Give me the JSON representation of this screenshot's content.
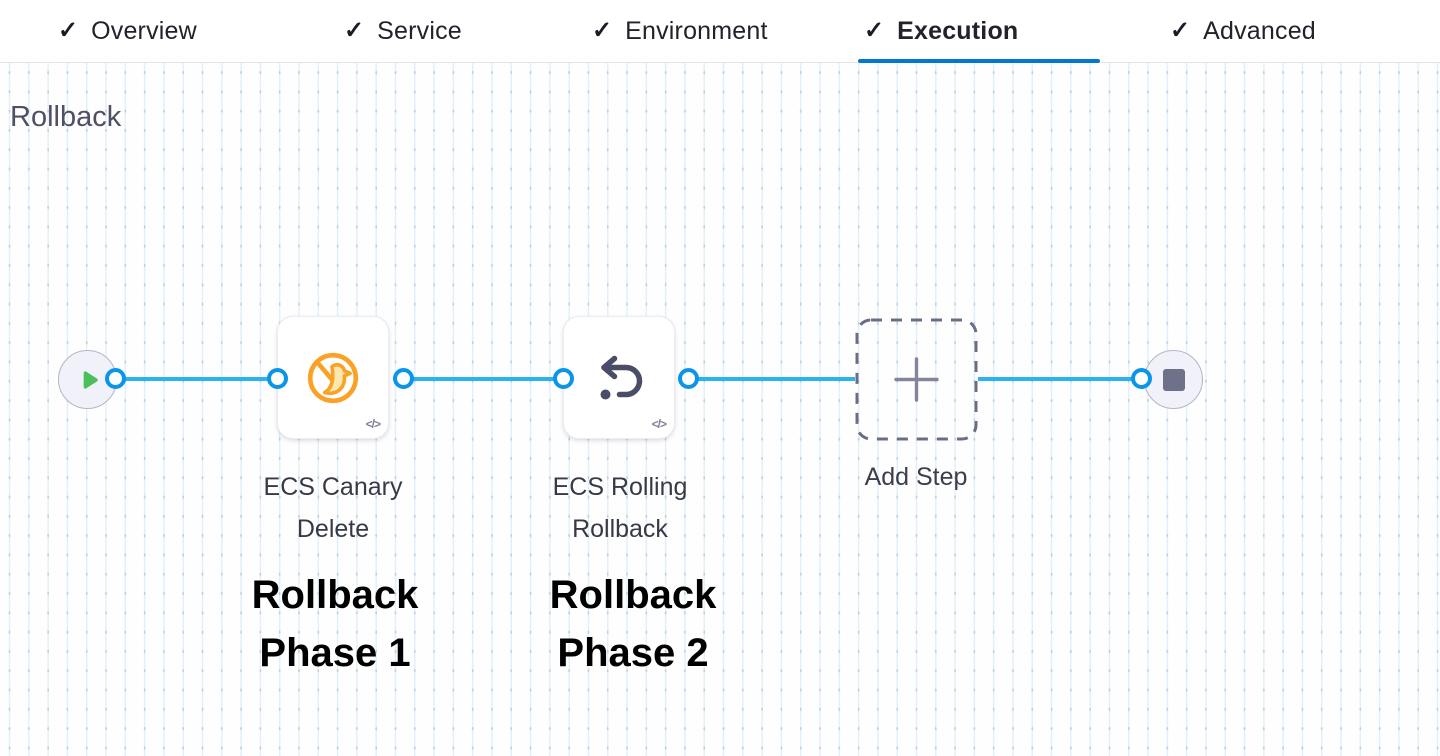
{
  "tab_bar": {
    "check_icon": "✓",
    "tabs": [
      {
        "label": "Overview",
        "checked": true,
        "active": false
      },
      {
        "label": "Service",
        "checked": true,
        "active": false
      },
      {
        "label": "Environment",
        "checked": true,
        "active": false
      },
      {
        "label": "Execution",
        "checked": true,
        "active": true
      },
      {
        "label": "Advanced",
        "checked": true,
        "active": false
      }
    ]
  },
  "section": {
    "heading": "Rollback"
  },
  "pipeline": {
    "start_node": {
      "icon": "play-icon"
    },
    "end_node": {
      "icon": "stop-icon"
    },
    "steps": [
      {
        "name": "ECS Canary Delete",
        "icon": "canary-icon",
        "code_icon": "</>",
        "annotation": "Rollback Phase 1"
      },
      {
        "name": "ECS Rolling Rollback",
        "icon": "rollback-icon",
        "code_icon": "</>",
        "annotation": "Rollback Phase 2"
      }
    ],
    "add_step": {
      "label": "Add Step",
      "plus_icon": "+"
    }
  },
  "colors": {
    "accent_blue": "#0278d5",
    "flow_line_blue": "#2ab3f0",
    "port_blue": "#0b95e9",
    "play_green": "#4cbf5c",
    "canary_orange": "#f9a225",
    "icon_slate": "#4a4d68",
    "tab_text": "#22222a",
    "step_label_text": "#383946",
    "heading_gray": "#4e5065"
  }
}
